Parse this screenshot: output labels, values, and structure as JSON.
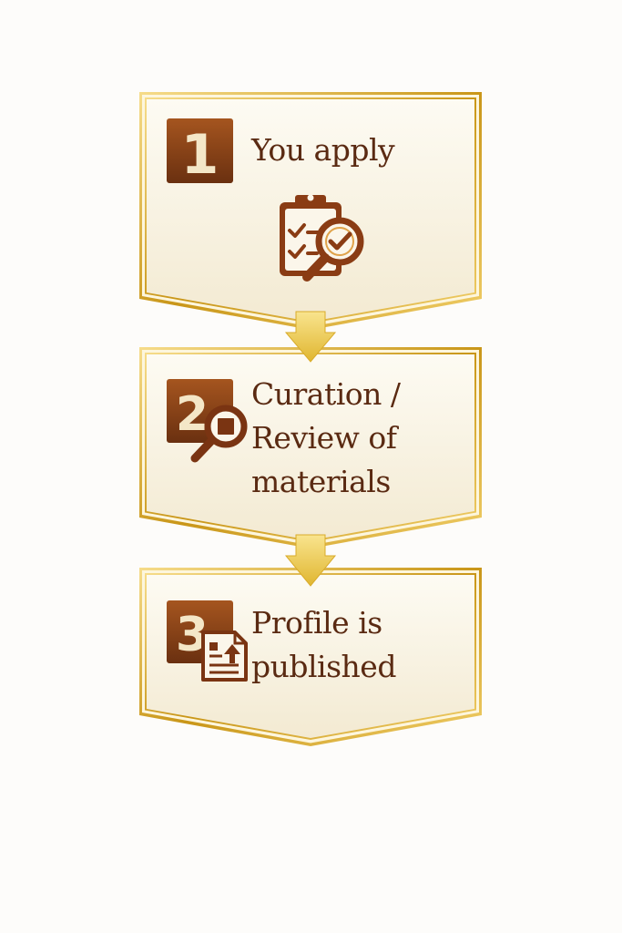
{
  "colors": {
    "panel_fill_top": "#fdfbf3",
    "panel_fill_bottom": "#f3ead2",
    "border_gold_light": "#f6dc8a",
    "border_gold_dark": "#c99618",
    "badge_light": "#a5551f",
    "badge_dark": "#6a3010",
    "badge_number": "#f4e7c7",
    "text": "#5a2a12",
    "arrow_light": "#f9e48e",
    "arrow_dark": "#e0b630"
  },
  "steps": [
    {
      "number": "1",
      "label_lines": [
        "You apply"
      ],
      "icon": "clipboard-check-magnifier-icon"
    },
    {
      "number": "2",
      "label_lines": [
        "Curation /",
        "Review of",
        "materials"
      ],
      "icon": "magnifier-icon"
    },
    {
      "number": "3",
      "label_lines": [
        "Profile is",
        "published"
      ],
      "icon": "document-upload-icon"
    }
  ]
}
